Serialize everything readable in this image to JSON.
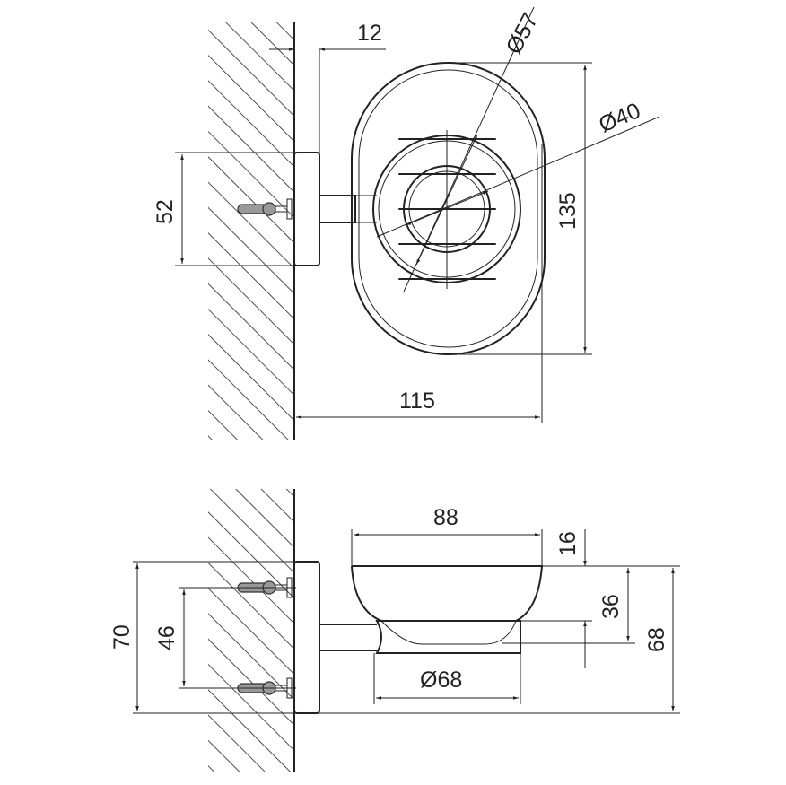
{
  "title": "Soap dish holder technical drawing",
  "colors": {
    "line": "#222222",
    "plug": "#999999"
  },
  "top_view": {
    "wall_offset": "12",
    "outer_diameter": "Ø57",
    "inner_diameter": "Ø40",
    "flange_height": "52",
    "holder_height": "135",
    "projection": "115"
  },
  "side_view": {
    "bowl_width": "88",
    "bowl_depth": "16",
    "ring_height": "36",
    "total_height": "68",
    "ring_diameter": "Ø68",
    "flange_height": "70",
    "screw_spacing": "46"
  }
}
